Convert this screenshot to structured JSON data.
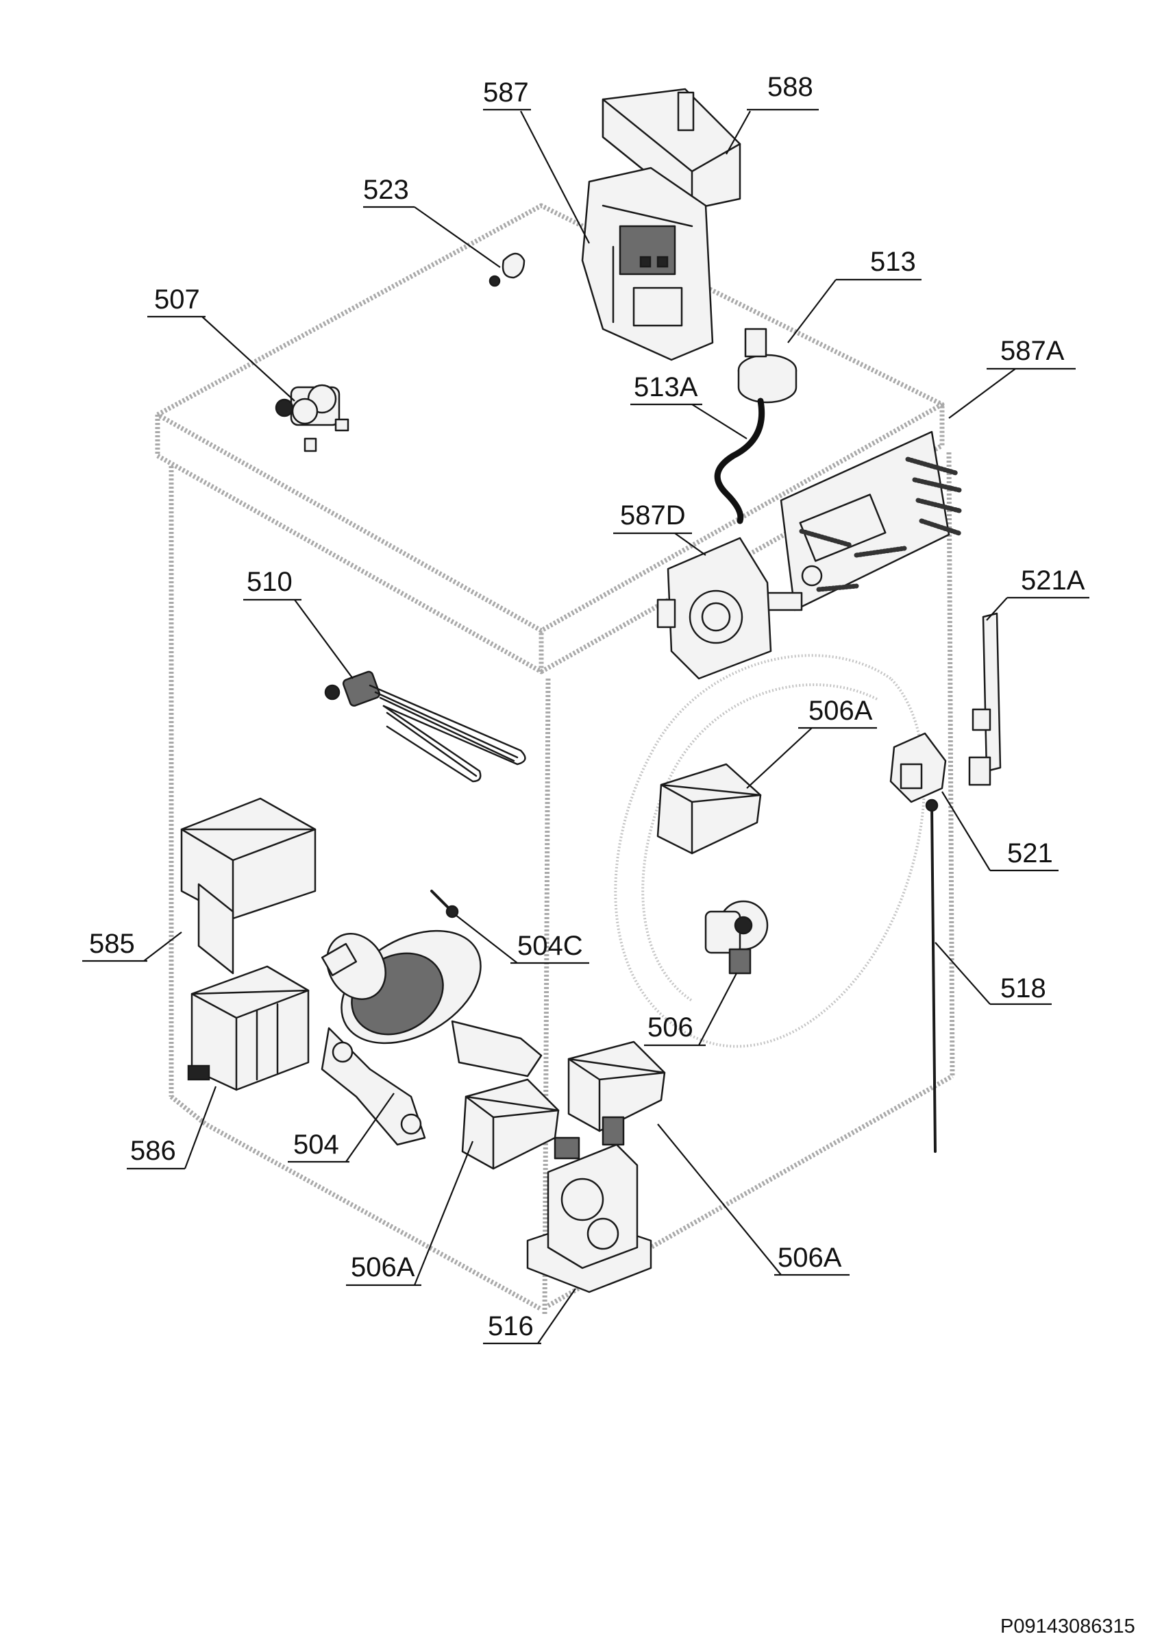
{
  "diagram": {
    "reference_code": "P09143086315",
    "labels": [
      {
        "id": "587",
        "text": "587"
      },
      {
        "id": "588",
        "text": "588"
      },
      {
        "id": "523",
        "text": "523"
      },
      {
        "id": "513",
        "text": "513"
      },
      {
        "id": "507",
        "text": "507"
      },
      {
        "id": "587a",
        "text": "587A"
      },
      {
        "id": "513a",
        "text": "513A"
      },
      {
        "id": "587d",
        "text": "587D"
      },
      {
        "id": "510",
        "text": "510"
      },
      {
        "id": "521a",
        "text": "521A"
      },
      {
        "id": "506a-upper",
        "text": "506A"
      },
      {
        "id": "521",
        "text": "521"
      },
      {
        "id": "585",
        "text": "585"
      },
      {
        "id": "504c",
        "text": "504C"
      },
      {
        "id": "518",
        "text": "518"
      },
      {
        "id": "506",
        "text": "506"
      },
      {
        "id": "586",
        "text": "586"
      },
      {
        "id": "504",
        "text": "504"
      },
      {
        "id": "506a-left",
        "text": "506A"
      },
      {
        "id": "506a-right",
        "text": "506A"
      },
      {
        "id": "516",
        "text": "516"
      }
    ]
  }
}
